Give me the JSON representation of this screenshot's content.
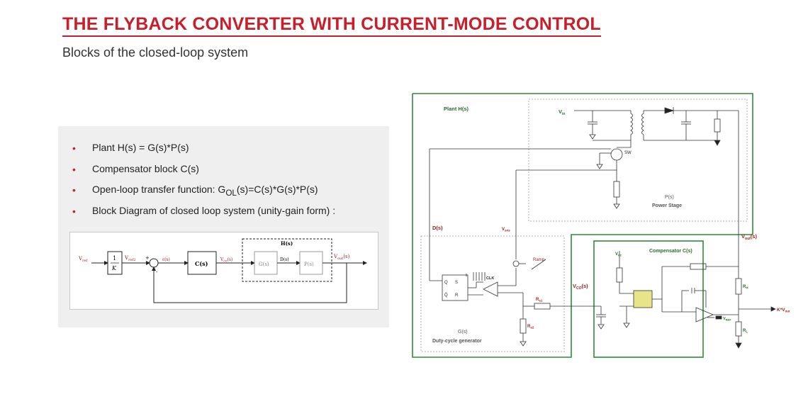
{
  "title": "THE FLYBACK CONVERTER WITH CURRENT-MODE CONTROL",
  "subtitle": "Blocks of the closed-loop system",
  "bullets": [
    "Plant H(s) = G(s)*P(s)",
    "Compensator block C(s)",
    "Open-loop transfer function: G",
    "Block Diagram of closed loop system (unity-gain form) :"
  ],
  "bullet3_sub": "OL",
  "bullet3_tail": "(s)=C(s)*G(s)*P(s)",
  "block_diagram": {
    "vref": "V",
    "vref_sub": "ref",
    "gain_num": "1",
    "gain_den": "K",
    "vref2": "V",
    "vref2_sub": "ref2",
    "plus": "+",
    "minus": "-",
    "err": "ε(s)",
    "comp": "C(s)",
    "vco": "V",
    "vco_sub": "co",
    "vco_tail": "(s)",
    "h_label": "H(s)",
    "g": "G(s)",
    "d": "D(s)",
    "p": "P(s)",
    "vout": "V",
    "vout_sub": "out",
    "vout_tail": "(s)"
  },
  "circuit": {
    "plant": "Plant H(s)",
    "vin": "V",
    "vin_sub": "in",
    "sw": "SW",
    "ps1": "P(s)",
    "ps2": "Power Stage",
    "ds": "D(s)",
    "vsns": "V",
    "vsns_sub": "sns",
    "ramp": "Ramp",
    "clk": "CLK",
    "s": "S",
    "r": "R",
    "q": "Q",
    "qbar": "Q̄",
    "vco": "V",
    "vco_sub": "CO",
    "vco_tail": "(s)",
    "rs1": "R",
    "rs1_sub": "s1",
    "rs2": "R",
    "rs2_sub": "s2",
    "gs1": "G(s)",
    "gs2": "Duty-cycle generator",
    "vout": "V",
    "vout_sub": "out",
    "vout_tail": "(s)",
    "vcc": "V",
    "vcc_sub": "cc",
    "comp": "Compensator C(s)",
    "rh": "R",
    "rh_sub": "H",
    "rl": "R",
    "rl_sub": "L",
    "vref": "V",
    "vref_sub": "REF",
    "kvout": "K*V",
    "kvout_sub": "out"
  },
  "colors": {
    "title": "#c8202a",
    "plant_box": "#2e8b3a",
    "highlight": "#e8e48a"
  }
}
